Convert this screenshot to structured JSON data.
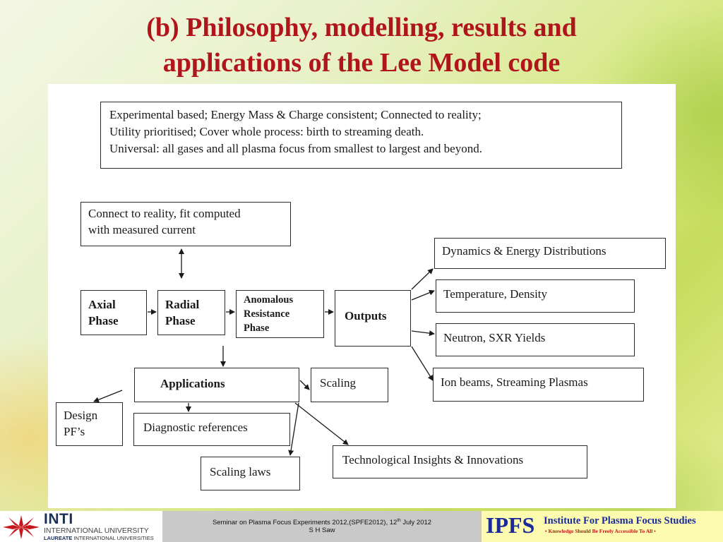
{
  "title": {
    "line1": "(b) Philosophy, modelling, results and",
    "line2": "applications of the Lee Model code"
  },
  "summary_box": {
    "lines": [
      "Experimental based; Energy Mass & Charge consistent; Connected to reality;",
      "Utility prioritised;  Cover whole process: birth to streaming death.",
      "Universal: all gases and all plasma focus from smallest to largest and beyond."
    ]
  },
  "nodes": {
    "connect": {
      "line1": "Connect to reality, fit computed",
      "line2": "with measured current"
    },
    "axial": {
      "line1": "Axial",
      "line2": "Phase"
    },
    "radial": {
      "line1": "Radial",
      "line2": "Phase"
    },
    "anomalous": {
      "line1": "Anomalous",
      "line2": "Resistance",
      "line3": "Phase"
    },
    "outputs": {
      "label": "Outputs"
    },
    "dynamics": {
      "label": "Dynamics & Energy Distributions"
    },
    "temperature": {
      "label": "Temperature, Density"
    },
    "neutron": {
      "label": "Neutron, SXR Yields"
    },
    "ion_beams": {
      "label": "Ion beams, Streaming Plasmas"
    },
    "applications": {
      "label": "Applications"
    },
    "scaling": {
      "label": "Scaling"
    },
    "design": {
      "line1": "Design",
      "line2": "PF’s"
    },
    "diagnostic": {
      "label": "Diagnostic references"
    },
    "scaling_laws": {
      "label": "Scaling laws"
    },
    "tech": {
      "label": "Technological Insights & Innovations"
    }
  },
  "footer": {
    "inti_name": "INTI",
    "inti_sub": "INTERNATIONAL UNIVERSITY",
    "inti_sub2_bold": "LAUREATE",
    "inti_sub2_rest": "INTERNATIONAL UNIVERSITIES",
    "seminar_pre": "Seminar on Plasma Focus Experiments 2012,(SPFE2012), 12",
    "seminar_sup": "th",
    "seminar_post": " July 2012",
    "author": "S H Saw",
    "ipfs": "IPFS",
    "ipfs_name": "Institute For Plasma Focus Studies",
    "ipfs_tagline": "• Knowledge Should Be Freely Accessible To All •"
  },
  "colors": {
    "title": "#b0151b",
    "ipfs_blue": "#1a2a9a",
    "ipfs_bg": "#fdfbb0",
    "footer_mid": "#c9c9c9"
  }
}
